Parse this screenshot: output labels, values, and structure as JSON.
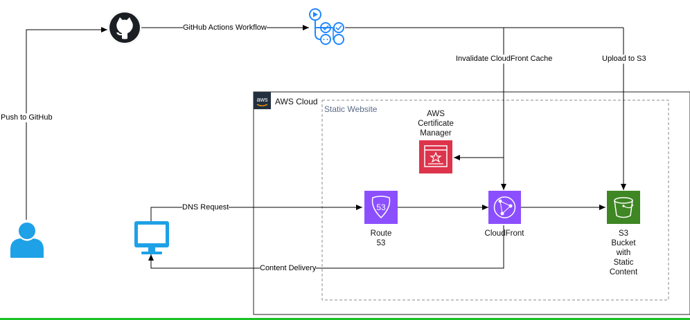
{
  "colors": {
    "purple": "#8c4fff",
    "red": "#dd344c",
    "green": "#3f8624",
    "blue": "#1ea1e6",
    "bottom_bar": "#18c324"
  },
  "groups": {
    "aws_cloud": "AWS Cloud",
    "aws_badge": "aws",
    "static_website": "Static Website"
  },
  "nodes": {
    "github": {
      "icon": "github-icon"
    },
    "actions": {
      "icon": "github-actions-icon"
    },
    "user": {
      "icon": "user-icon"
    },
    "monitor": {
      "icon": "monitor-icon"
    },
    "acm": {
      "icon": "certificate-manager-icon",
      "label": "AWS\nCertificate\nManager"
    },
    "route53": {
      "icon": "route53-icon",
      "label": "Route\n53",
      "badge": "53"
    },
    "cloudfront": {
      "icon": "cloudfront-icon",
      "label": "CloudFront"
    },
    "s3": {
      "icon": "s3-bucket-icon",
      "label": "S3\nBucket\nwith\nStatic\nContent"
    }
  },
  "edges": {
    "push": "Push to GitHub",
    "workflow": "GitHub Actions Workflow",
    "invalidate": "Invalidate CloudFront Cache",
    "upload": "Upload to S3",
    "dns": "DNS Request",
    "content": "Content Delivery"
  }
}
